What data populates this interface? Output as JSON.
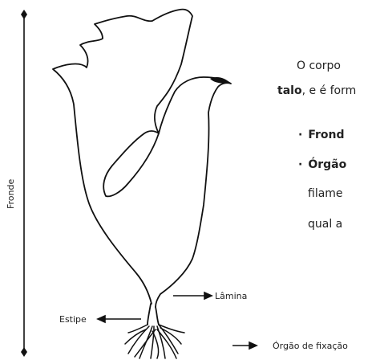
{
  "diagram": {
    "labels": {
      "fronde": "Fronde",
      "lamina": "Lâmina",
      "estipe": "Estipe",
      "orgao_fixacao": "Órgão de fixação"
    }
  },
  "text": {
    "line1": "O corpo",
    "line2_bold": "talo",
    "line2_rest": ", e é form",
    "bullet1_bold": "Frond",
    "bullet2_bold": "Órgão",
    "line5": "filame",
    "line6": "qual a"
  }
}
